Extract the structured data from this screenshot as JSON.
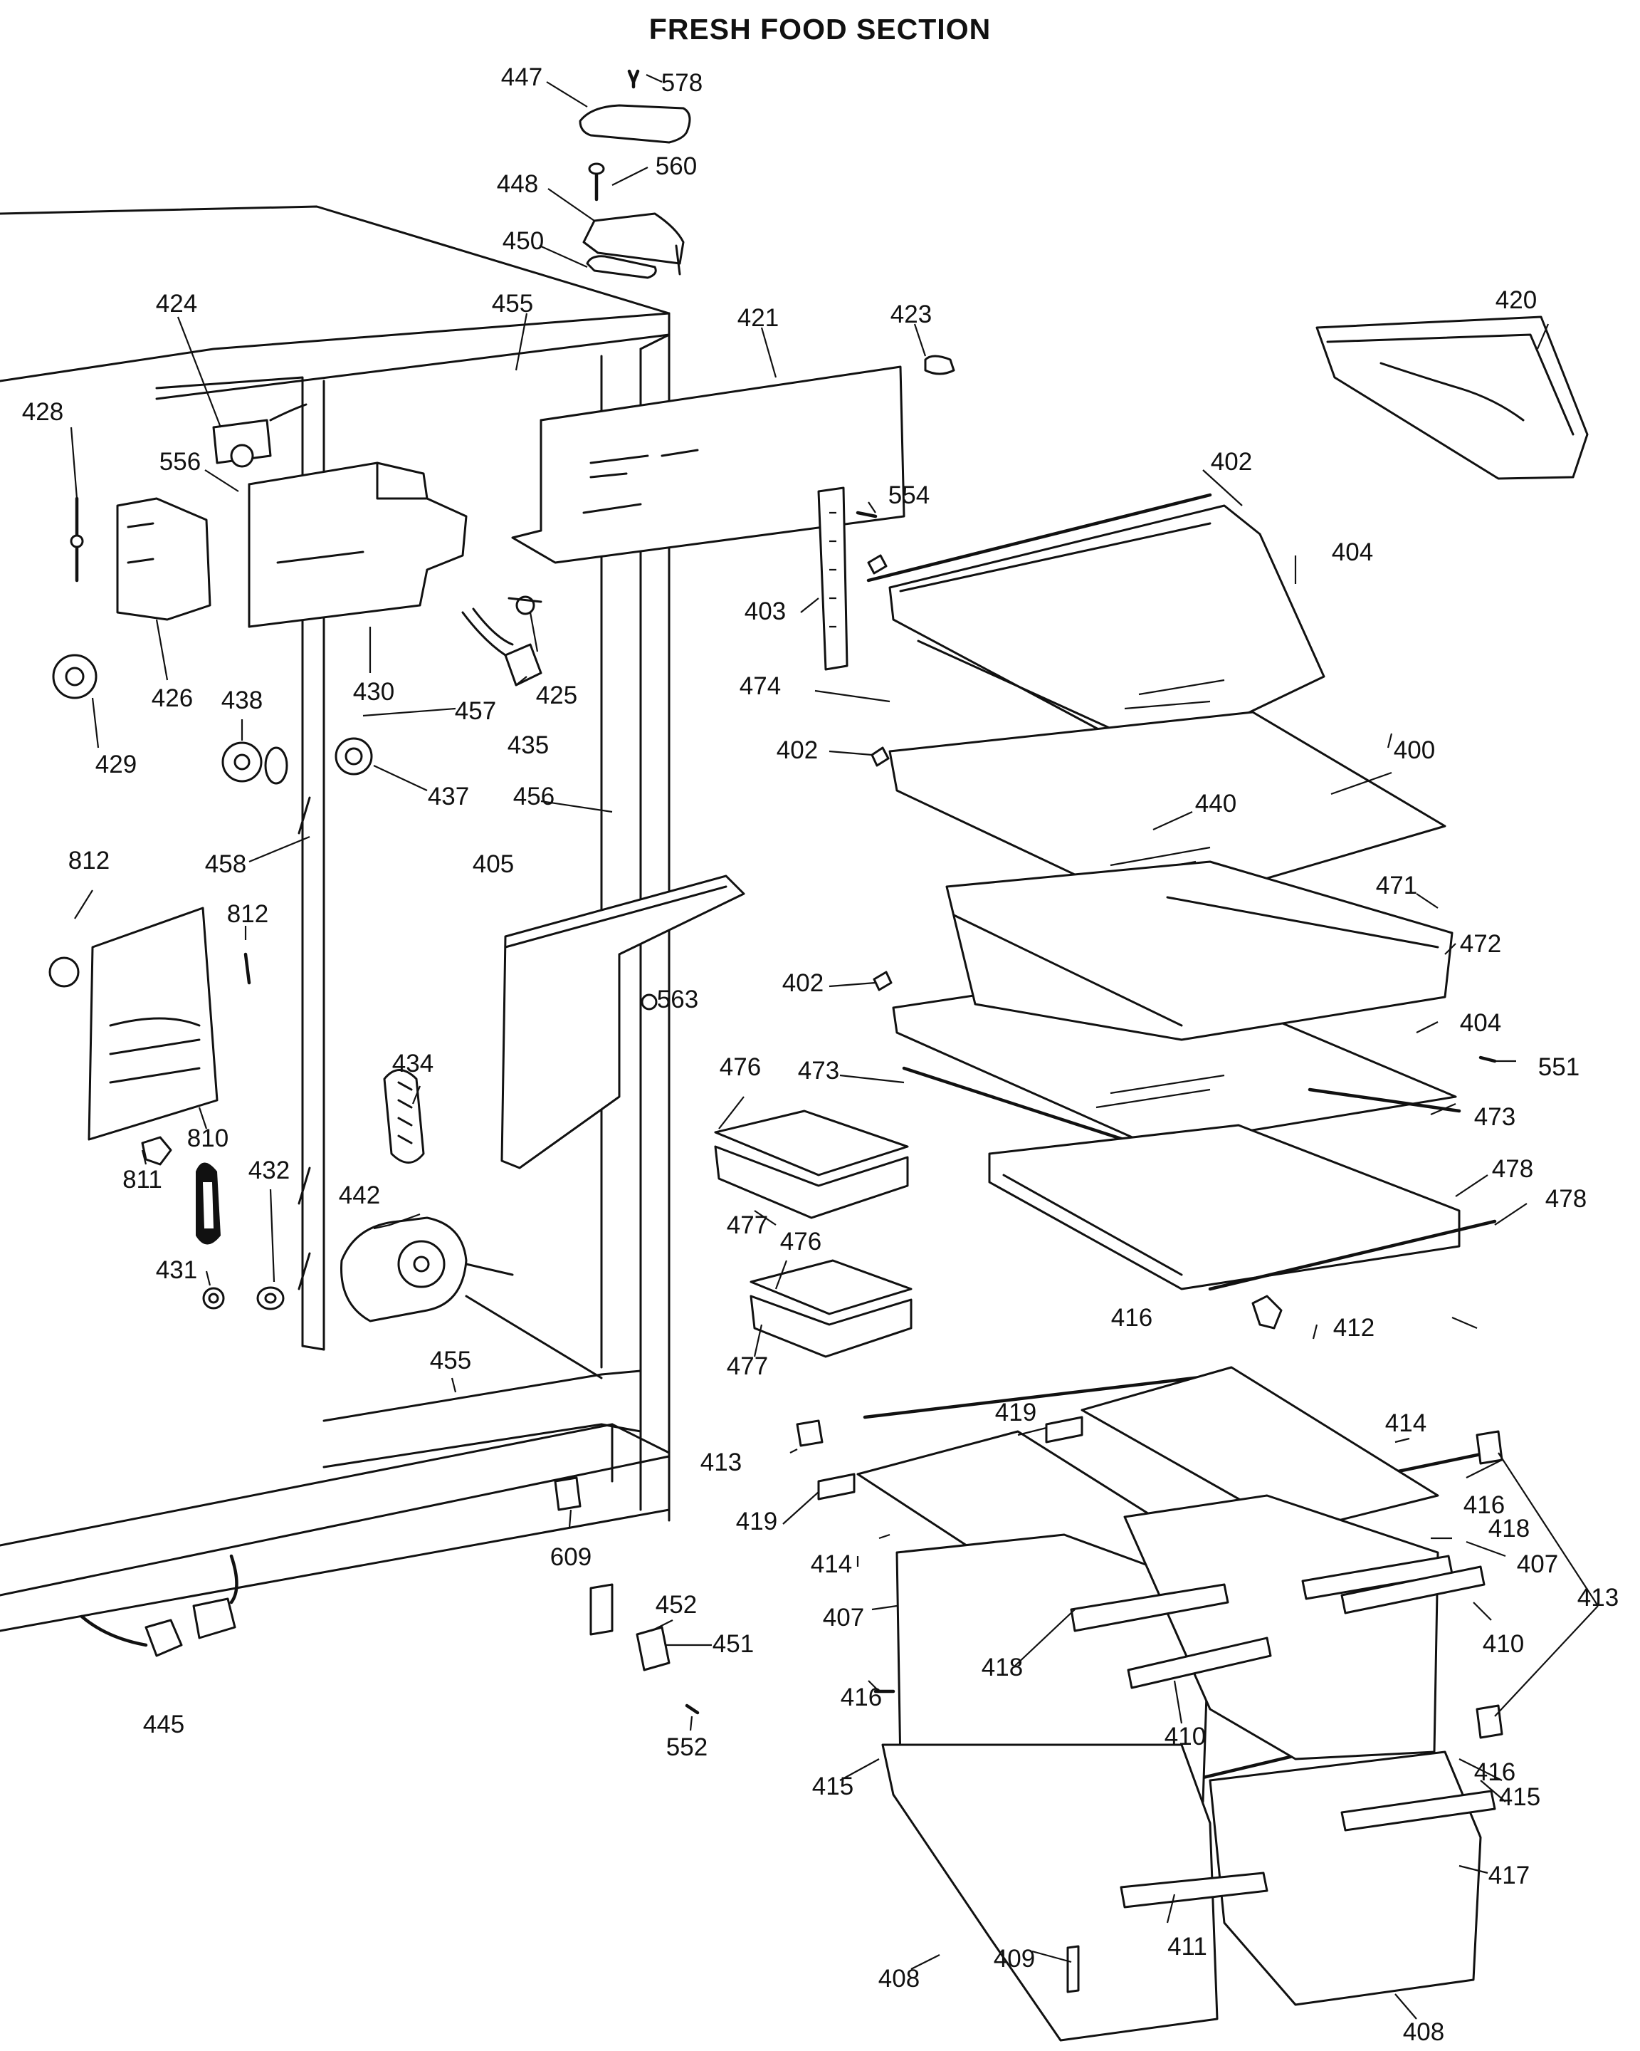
{
  "title": "FRESH FOOD SECTION",
  "callouts": {
    "p400": "400",
    "p402a": "402",
    "p402b": "402",
    "p402c": "402",
    "p403": "403",
    "p404a": "404",
    "p404b": "404",
    "p405": "405",
    "p407a": "407",
    "p407b": "407",
    "p408a": "408",
    "p408b": "408",
    "p409": "409",
    "p410a": "410",
    "p410b": "410",
    "p411": "411",
    "p412": "412",
    "p413a": "413",
    "p413b": "413",
    "p414a": "414",
    "p414b": "414",
    "p415a": "415",
    "p415b": "415",
    "p416a": "416",
    "p416b": "416",
    "p416c": "416",
    "p416d": "416",
    "p417": "417",
    "p418a": "418",
    "p418b": "418",
    "p419a": "419",
    "p419b": "419",
    "p420": "420",
    "p421": "421",
    "p423": "423",
    "p424": "424",
    "p425": "425",
    "p426": "426",
    "p428": "428",
    "p429": "429",
    "p430": "430",
    "p431": "431",
    "p432": "432",
    "p434": "434",
    "p435": "435",
    "p437": "437",
    "p438": "438",
    "p440": "440",
    "p442": "442",
    "p445": "445",
    "p447": "447",
    "p448": "448",
    "p450": "450",
    "p451": "451",
    "p452": "452",
    "p455a": "455",
    "p455b": "455",
    "p456": "456",
    "p457": "457",
    "p458": "458",
    "p471": "471",
    "p472": "472",
    "p473a": "473",
    "p473b": "473",
    "p474": "474",
    "p476a": "476",
    "p476b": "476",
    "p477a": "477",
    "p477b": "477",
    "p478a": "478",
    "p478b": "478",
    "p551": "551",
    "p552": "552",
    "p554": "554",
    "p556": "556",
    "p560": "560",
    "p563": "563",
    "p578": "578",
    "p609": "609",
    "p810": "810",
    "p811": "811",
    "p812a": "812",
    "p812b": "812"
  }
}
